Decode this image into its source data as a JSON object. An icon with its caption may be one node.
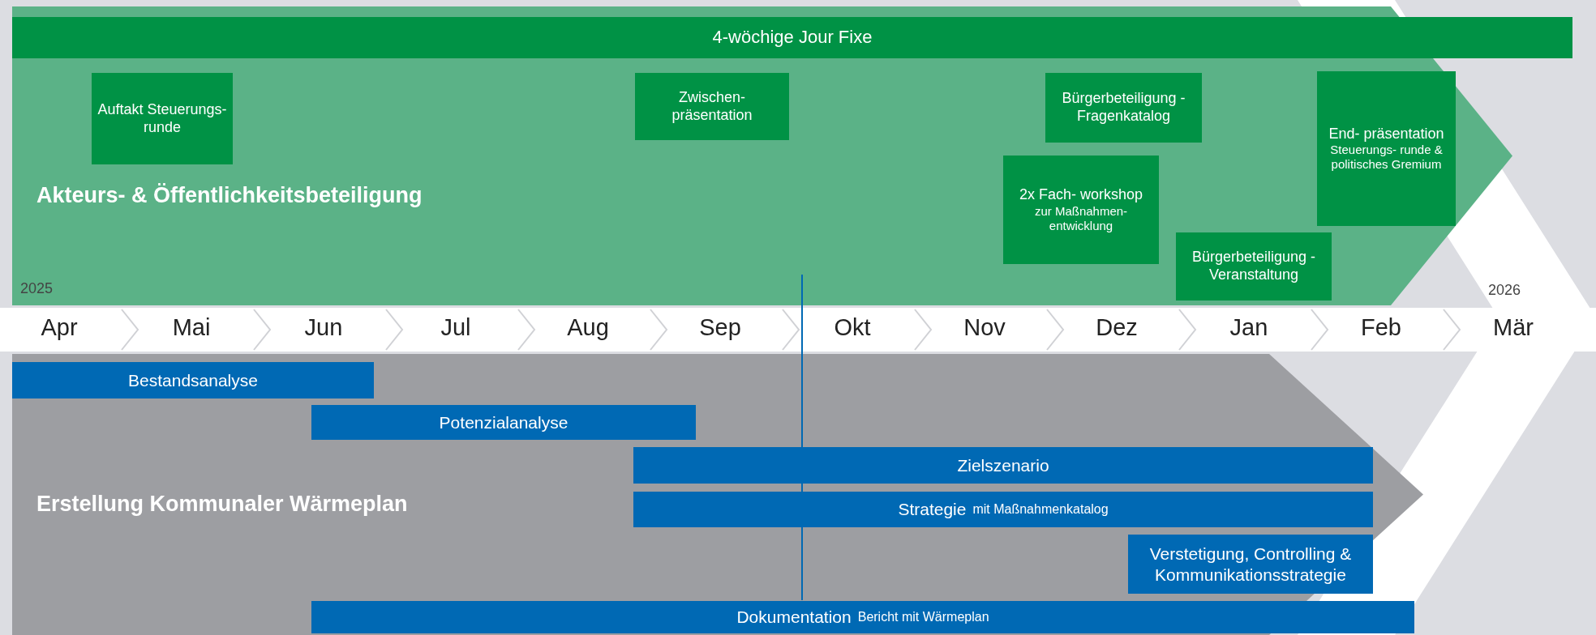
{
  "diagram": {
    "nodes": [
      {
        "text": [
          "Akteurs- & Öffentlichkeitsbeteiligung"
        ]
      },
      {
        "text": [
          "4-wöchige Jour Fixe"
        ],
        "in": 0
      },
      {
        "text": [
          "Auftakt Steuerungs- runde"
        ],
        "in": 0
      },
      {
        "text": [
          "Zwischen- präsentation"
        ],
        "in": 0
      },
      {
        "text": [
          "Bürgerbeteiligung - Fragenkatalog"
        ],
        "in": 0
      },
      {
        "text": [
          "2x Fach- workshop",
          "zur Maßnahmen- entwicklung"
        ],
        "in": 0
      },
      {
        "text": [
          "Bürgerbeteiligung - Veranstaltung"
        ],
        "in": 0
      },
      {
        "text": [
          "End- präsentation",
          "Steuerungs- runde & politisches Gremium"
        ],
        "in": 0
      },
      {
        "text": [
          "Erstellung Kommunaler Wärmeplan"
        ]
      },
      {
        "text": [
          "Bestandsanalyse"
        ],
        "in": 8
      },
      {
        "text": [
          "Potenzialanalyse"
        ],
        "in": 8
      },
      {
        "text": [
          "Zielszenario"
        ],
        "in": 8
      },
      {
        "text": [
          "Strategie",
          "mit Maßnahmenkatalog"
        ],
        "in": 8
      },
      {
        "text": [
          "Verstetigung, Controlling & Kommunikationsstrategie"
        ],
        "in": 8
      },
      {
        "text": [
          "Dokumentation",
          "Bericht mit Wärmeplan"
        ],
        "in": 8
      }
    ],
    "edges": [],
    "labels": [
      "2025",
      "2026",
      "Apr",
      "Mai",
      "Jun",
      "Jul",
      "Aug",
      "Sep",
      "Okt",
      "Nov",
      "Dez",
      "Jan",
      "Feb",
      "Mär"
    ]
  }
}
